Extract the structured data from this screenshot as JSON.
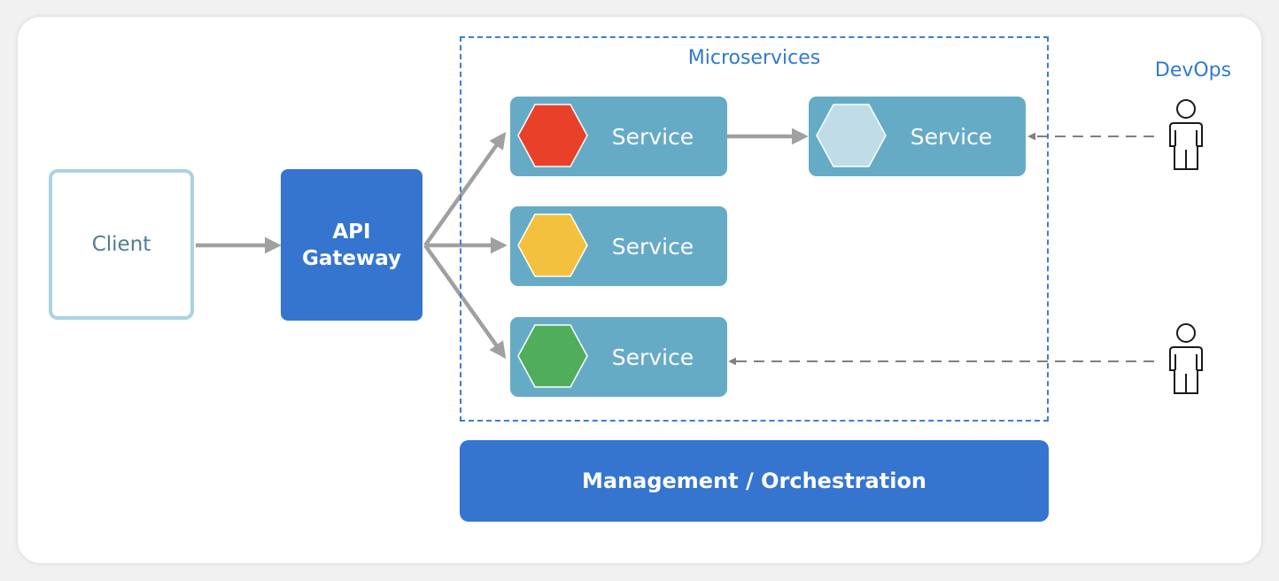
{
  "diagram": {
    "client_label": "Client",
    "gateway_line1": "API",
    "gateway_line2": "Gateway",
    "microservices_title": "Microservices",
    "services": [
      {
        "label": "Service",
        "hex_color": "#e9402a"
      },
      {
        "label": "Service",
        "hex_color": "#c0dce7"
      },
      {
        "label": "Service",
        "hex_color": "#f4c13e"
      },
      {
        "label": "Service",
        "hex_color": "#4fad5b"
      }
    ],
    "devops_label": "DevOps",
    "management_label": "Management / Orchestration"
  },
  "colors": {
    "accent_blue": "#3575cf",
    "service_teal": "#66abc6",
    "client_border": "#a9d3e0",
    "arrow_gray": "#a0a0a0",
    "dashed_gray": "#7f7f7f"
  }
}
